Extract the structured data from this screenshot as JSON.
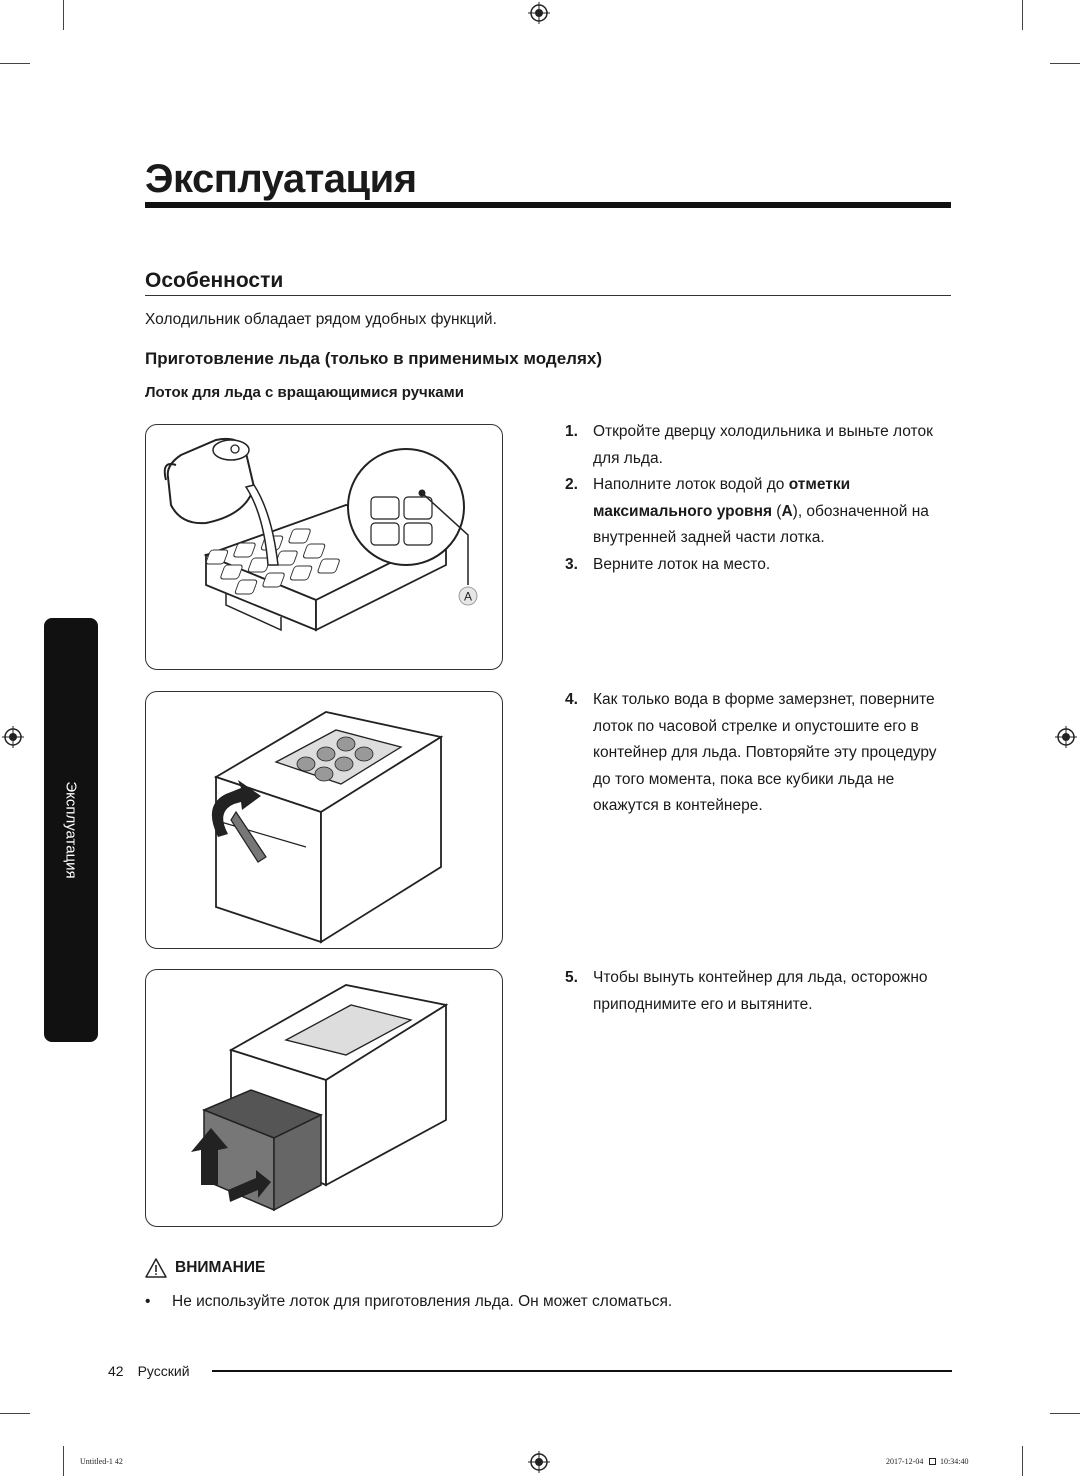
{
  "page": {
    "title": "Эксплуатация",
    "section_title": "Особенности",
    "intro": "Холодильник обладает рядом удобных функций.",
    "subheading": "Приготовление льда (только в применимых моделях)",
    "subsubheading": "Лоток для льда с вращающимися ручками",
    "side_tab": "Эксплуатация"
  },
  "figures": {
    "fig1_label": "A"
  },
  "steps": [
    {
      "num": "1.",
      "text": "Откройте дверцу холодильника и выньте лоток для льда."
    },
    {
      "num": "2.",
      "pre": "Наполните лоток водой до ",
      "bold": "отметки максимального уровня",
      "mid": " (",
      "bold2": "A",
      "post": "), обозначенной на внутренней задней части лотка."
    },
    {
      "num": "3.",
      "text": "Верните лоток на место."
    },
    {
      "num": "4.",
      "text": "Как только вода в форме замерзнет, поверните лоток по часовой стрелке и опустошите его в контейнер для льда. Повторяйте эту процедуру до того момента, пока все кубики льда не окажутся в контейнере."
    },
    {
      "num": "5.",
      "text": "Чтобы вынуть контейнер для льда, осторожно приподнимите его и вытяните."
    }
  ],
  "caution": {
    "title": "ВНИМАНИЕ",
    "bullet_symbol": "•",
    "items": [
      "Не используйте лоток для приготовления льда. Он может сломаться."
    ]
  },
  "footer": {
    "page_number": "42",
    "language": "Русский"
  },
  "print_info": {
    "file": "Untitled-1   42",
    "date": "2017-12-04",
    "time": "10:34:40"
  }
}
